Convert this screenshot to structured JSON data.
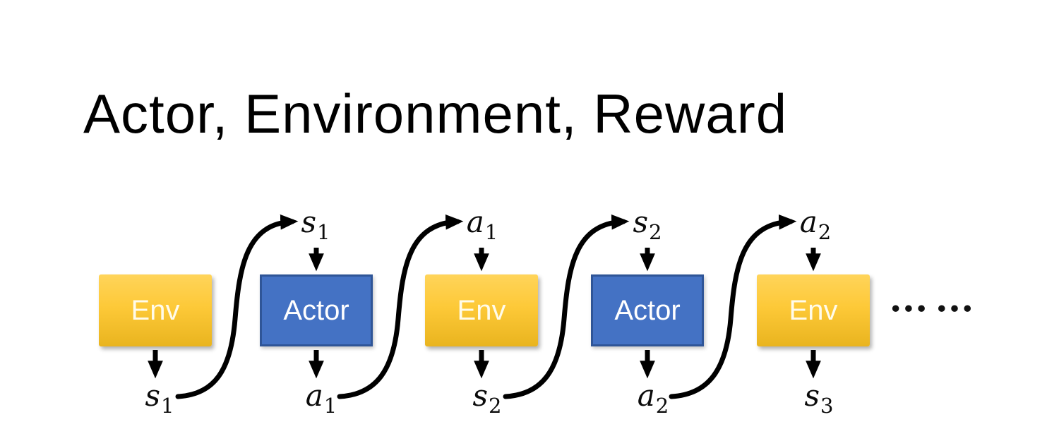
{
  "title": "Actor, Environment, Reward",
  "diagram": {
    "boxes": [
      {
        "label": "Env",
        "type": "environment"
      },
      {
        "label": "Actor",
        "type": "actor"
      },
      {
        "label": "Env",
        "type": "environment"
      },
      {
        "label": "Actor",
        "type": "actor"
      },
      {
        "label": "Env",
        "type": "environment"
      }
    ],
    "top_labels": [
      {
        "base": "s",
        "sub": "1"
      },
      {
        "base": "a",
        "sub": "1"
      },
      {
        "base": "s",
        "sub": "2"
      },
      {
        "base": "a",
        "sub": "2"
      }
    ],
    "bottom_labels": [
      {
        "base": "s",
        "sub": "1"
      },
      {
        "base": "a",
        "sub": "1"
      },
      {
        "base": "s",
        "sub": "2"
      },
      {
        "base": "a",
        "sub": "2"
      },
      {
        "base": "s",
        "sub": "3"
      }
    ],
    "dots": "••• •••"
  },
  "colors": {
    "env_gradient_top": "#FFD45A",
    "env_gradient_bottom": "#E9B41F",
    "actor_fill": "#4472C4",
    "actor_border": "#2F5597",
    "box_text": "#FFFFFF",
    "arrow": "#000000",
    "title_text": "#000000"
  }
}
